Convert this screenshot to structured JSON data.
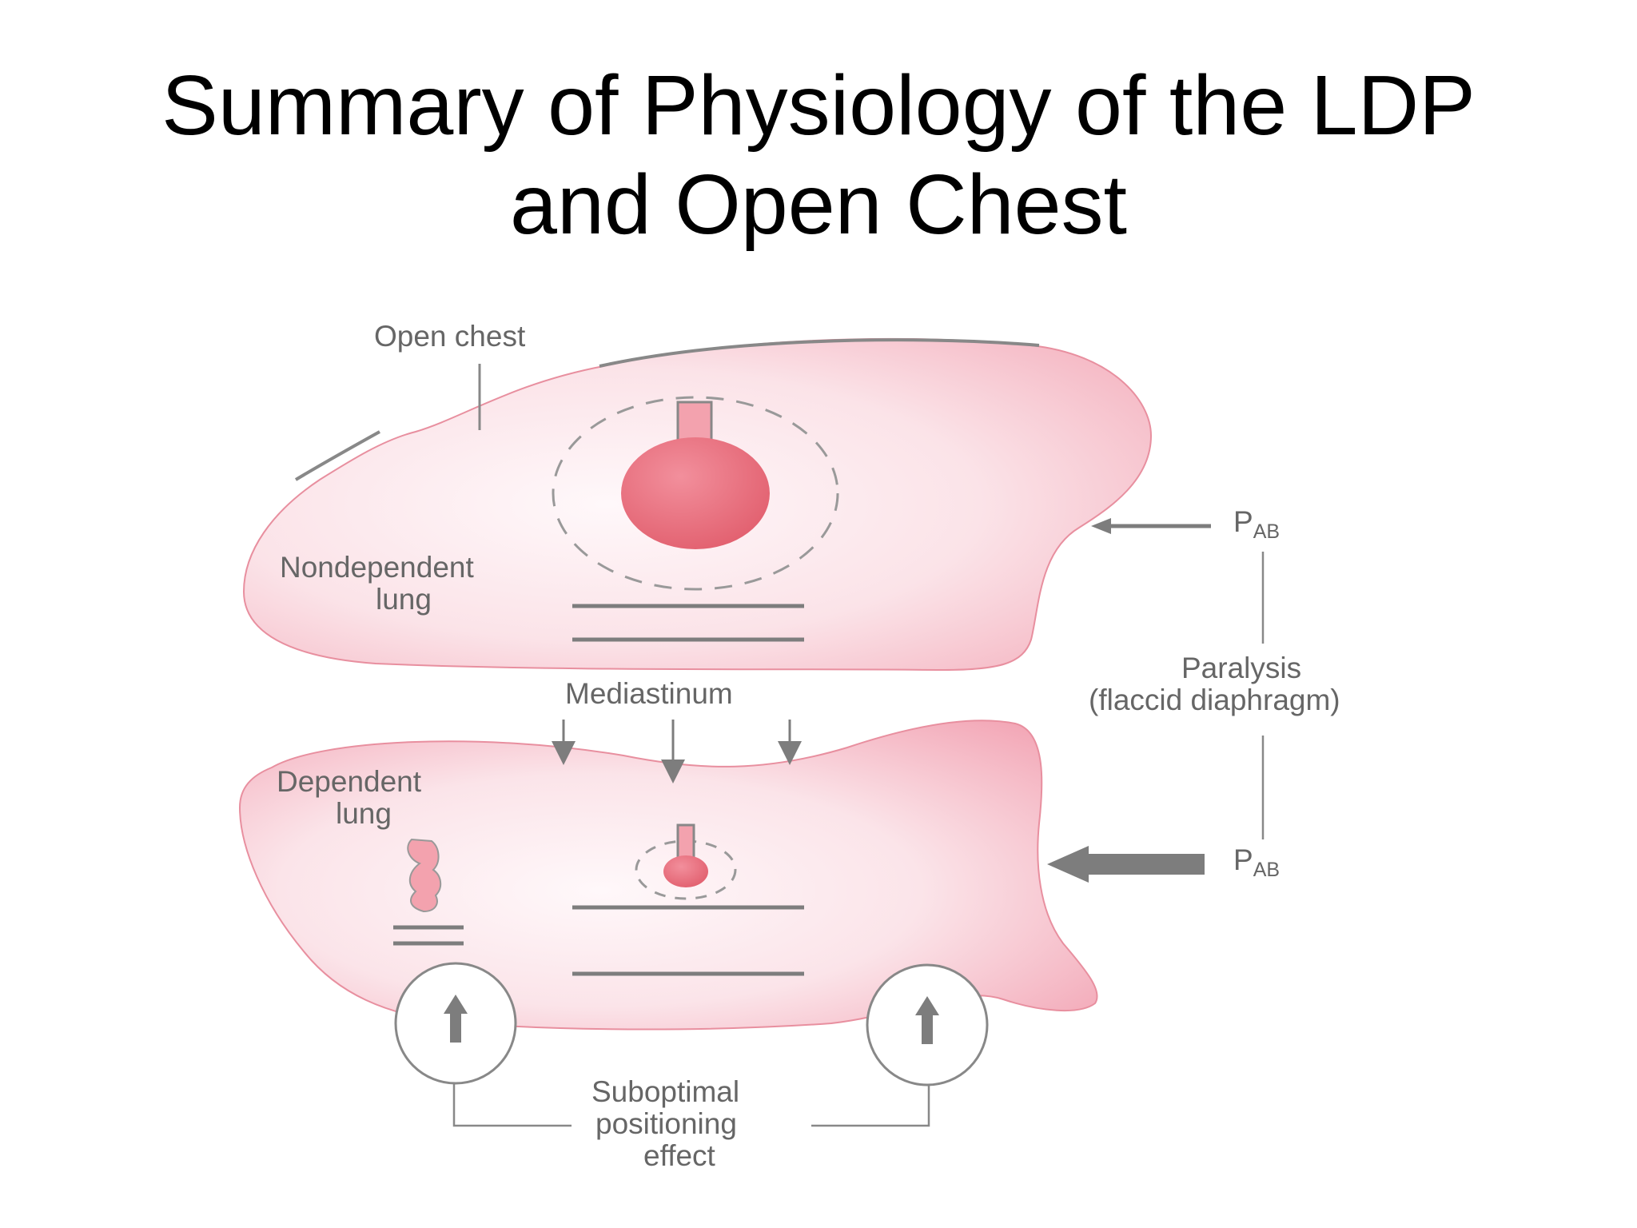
{
  "title": {
    "line1": "Summary of Physiology of the LDP",
    "line2": "and Open Chest"
  },
  "labels": {
    "open_chest": "Open chest",
    "nondependent_line1": "Nondependent",
    "nondependent_line2": "lung",
    "mediastinum": "Mediastinum",
    "dependent_line1": "Dependent",
    "dependent_line2": "lung",
    "pab_main": "P",
    "pab_sub": "AB",
    "paralysis_line1": "Paralysis",
    "paralysis_line2": "(flaccid diaphragm)",
    "suboptimal_line1": "Suboptimal",
    "suboptimal_line2": "positioning",
    "suboptimal_line3": "effect"
  },
  "colors": {
    "lung_fill_light": "#fdf2f4",
    "lung_fill_dark": "#f3a8b6",
    "alveolus": "#e8707f",
    "line_gray": "#7d7d7d",
    "text": "#666666"
  }
}
